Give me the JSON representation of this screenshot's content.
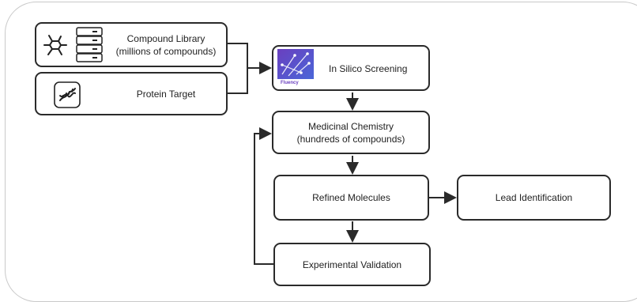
{
  "nodes": {
    "compound_library": {
      "line1": "Compound Library",
      "line2": "(millions of compounds)"
    },
    "protein_target": {
      "label": "Protein Target"
    },
    "in_silico": {
      "label": "In Silico Screening",
      "logo_text": "Fluency"
    },
    "med_chem": {
      "line1": "Medicinal Chemistry",
      "line2": "(hundreds of compounds)"
    },
    "refined": {
      "label": "Refined Molecules"
    },
    "lead": {
      "label": "Lead Identification"
    },
    "validation": {
      "label": "Experimental Validation"
    }
  },
  "colors": {
    "logo_purple": "#6a3fbf",
    "logo_blue": "#4a66d8",
    "stroke": "#2a2a2a"
  }
}
